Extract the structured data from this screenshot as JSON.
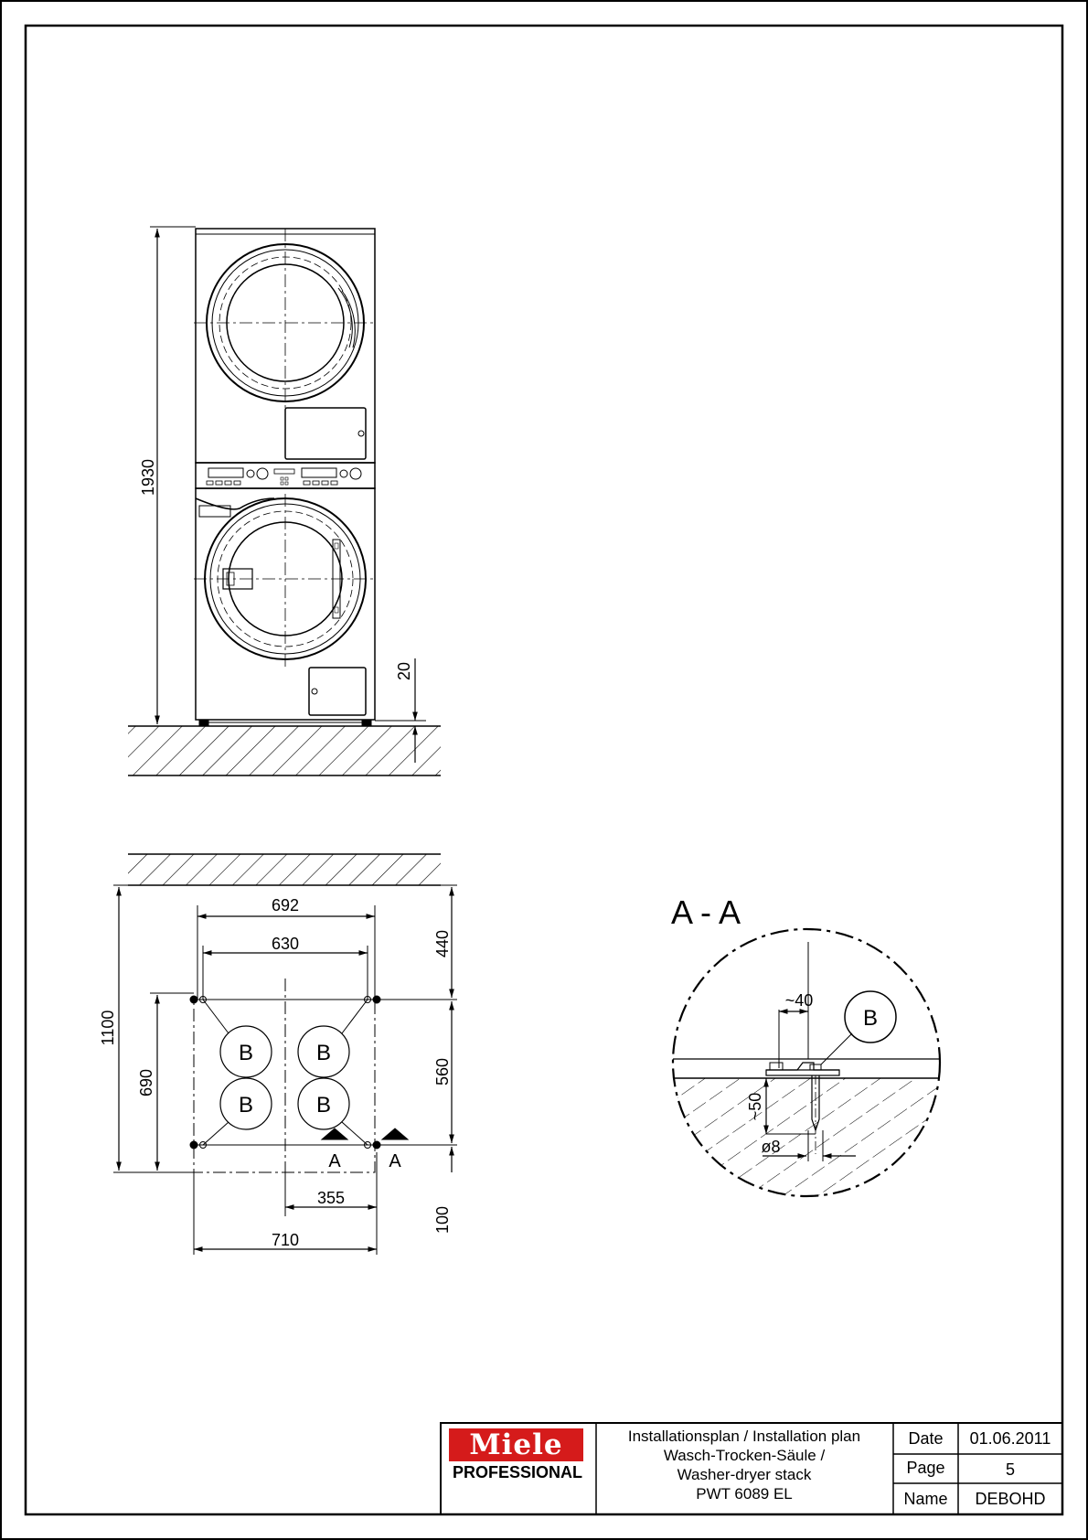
{
  "section_label": "A - A",
  "front_view": {
    "height_total": "1930",
    "feet_height": "20"
  },
  "plan_view": {
    "width_outer": "692",
    "width_inner": "630",
    "depth_total": "1100",
    "depth_anchor": "690",
    "wall_clearance": "440",
    "anchor_spacing": "560",
    "front_clearance": "100",
    "half_width": "355",
    "width_total": "710",
    "anchor_labels": [
      "B",
      "B",
      "B",
      "B"
    ],
    "section_markers": [
      "A",
      "A"
    ]
  },
  "section_view": {
    "bolt_label": "B",
    "dim_depth": "~50",
    "dim_width": "~40",
    "dim_diameter": "ø8"
  },
  "title_block": {
    "logo": "Miele",
    "logo_sub": "PROFESSIONAL",
    "title_lines": [
      "Installationsplan / Installation plan",
      "Wasch-Trocken-Säule /",
      "Washer-dryer stack",
      "PWT 6089 EL"
    ],
    "date_label": "Date",
    "date_value": "01.06.2011",
    "page_label": "Page",
    "page_value": "5",
    "name_label": "Name",
    "name_value": "DEBOHD"
  }
}
